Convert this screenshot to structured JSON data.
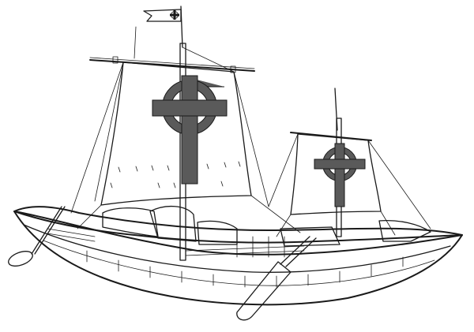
{
  "image": {
    "subject_icons": [
      "boat-hull",
      "main-sail",
      "fore-sail",
      "celtic-cross-emblem",
      "pennant-flag",
      "oar"
    ],
    "colors": {
      "ink": "#1a1a1a",
      "cross_fill": "#5a5a5a",
      "sail_fill": "#ffffff",
      "hull_hatch": "#9a9a9a",
      "background": "#ffffff"
    }
  }
}
